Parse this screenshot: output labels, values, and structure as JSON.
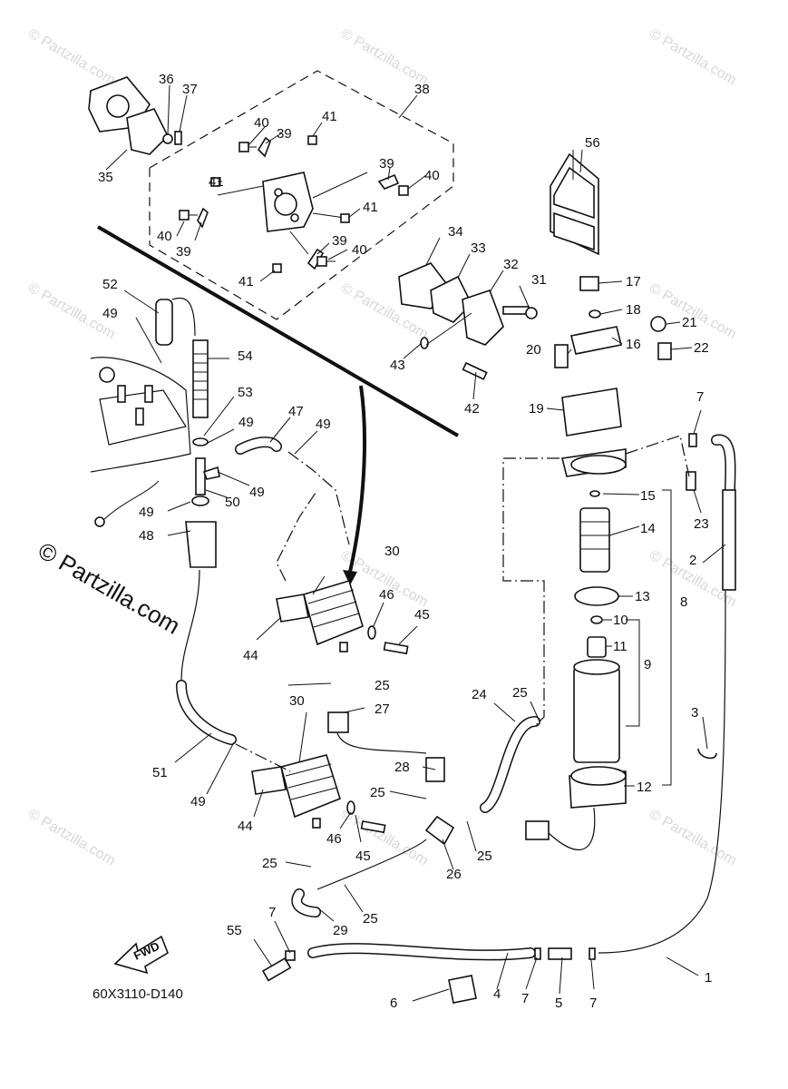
{
  "diagram_code": "60X3110-D140",
  "fwd_label": "FWD",
  "watermark_main": "© Partzilla.com",
  "watermark_small": "© Partzilla.com",
  "part_callouts": [
    {
      "id": "c1",
      "label": "1"
    },
    {
      "id": "c2",
      "label": "2"
    },
    {
      "id": "c3",
      "label": "3"
    },
    {
      "id": "c4",
      "label": "4"
    },
    {
      "id": "c5",
      "label": "5"
    },
    {
      "id": "c6",
      "label": "6"
    },
    {
      "id": "c7a",
      "label": "7"
    },
    {
      "id": "c7b",
      "label": "7"
    },
    {
      "id": "c7c",
      "label": "7"
    },
    {
      "id": "c7d",
      "label": "7"
    },
    {
      "id": "c8",
      "label": "8"
    },
    {
      "id": "c9",
      "label": "9"
    },
    {
      "id": "c10",
      "label": "10"
    },
    {
      "id": "c11",
      "label": "11"
    },
    {
      "id": "c12",
      "label": "12"
    },
    {
      "id": "c13",
      "label": "13"
    },
    {
      "id": "c14",
      "label": "14"
    },
    {
      "id": "c15",
      "label": "15"
    },
    {
      "id": "c16",
      "label": "16"
    },
    {
      "id": "c17",
      "label": "17"
    },
    {
      "id": "c18",
      "label": "18"
    },
    {
      "id": "c19",
      "label": "19"
    },
    {
      "id": "c20",
      "label": "20"
    },
    {
      "id": "c21",
      "label": "21"
    },
    {
      "id": "c22",
      "label": "22"
    },
    {
      "id": "c23",
      "label": "23"
    },
    {
      "id": "c24",
      "label": "24"
    },
    {
      "id": "c25a",
      "label": "25"
    },
    {
      "id": "c25b",
      "label": "25"
    },
    {
      "id": "c25c",
      "label": "25"
    },
    {
      "id": "c25d",
      "label": "25"
    },
    {
      "id": "c25e",
      "label": "25"
    },
    {
      "id": "c25f",
      "label": "25"
    },
    {
      "id": "c26",
      "label": "26"
    },
    {
      "id": "c27",
      "label": "27"
    },
    {
      "id": "c28",
      "label": "28"
    },
    {
      "id": "c29",
      "label": "29"
    },
    {
      "id": "c30a",
      "label": "30"
    },
    {
      "id": "c30b",
      "label": "30"
    },
    {
      "id": "c31",
      "label": "31"
    },
    {
      "id": "c32",
      "label": "32"
    },
    {
      "id": "c33",
      "label": "33"
    },
    {
      "id": "c34",
      "label": "34"
    },
    {
      "id": "c35",
      "label": "35"
    },
    {
      "id": "c36",
      "label": "36"
    },
    {
      "id": "c37",
      "label": "37"
    },
    {
      "id": "c38",
      "label": "38"
    },
    {
      "id": "c39a",
      "label": "39"
    },
    {
      "id": "c39b",
      "label": "39"
    },
    {
      "id": "c39c",
      "label": "39"
    },
    {
      "id": "c39d",
      "label": "39"
    },
    {
      "id": "c40a",
      "label": "40"
    },
    {
      "id": "c40b",
      "label": "40"
    },
    {
      "id": "c40c",
      "label": "40"
    },
    {
      "id": "c40d",
      "label": "40"
    },
    {
      "id": "c41a",
      "label": "41"
    },
    {
      "id": "c41b",
      "label": "41"
    },
    {
      "id": "c41c",
      "label": "41"
    },
    {
      "id": "c41d",
      "label": "41"
    },
    {
      "id": "c42",
      "label": "42"
    },
    {
      "id": "c43",
      "label": "43"
    },
    {
      "id": "c44a",
      "label": "44"
    },
    {
      "id": "c44b",
      "label": "44"
    },
    {
      "id": "c45a",
      "label": "45"
    },
    {
      "id": "c45b",
      "label": "45"
    },
    {
      "id": "c46a",
      "label": "46"
    },
    {
      "id": "c46b",
      "label": "46"
    },
    {
      "id": "c47",
      "label": "47"
    },
    {
      "id": "c48",
      "label": "48"
    },
    {
      "id": "c49a",
      "label": "49"
    },
    {
      "id": "c49b",
      "label": "49"
    },
    {
      "id": "c49c",
      "label": "49"
    },
    {
      "id": "c49d",
      "label": "49"
    },
    {
      "id": "c49e",
      "label": "49"
    },
    {
      "id": "c49f",
      "label": "49"
    },
    {
      "id": "c50",
      "label": "50"
    },
    {
      "id": "c51",
      "label": "51"
    },
    {
      "id": "c52",
      "label": "52"
    },
    {
      "id": "c53",
      "label": "53"
    },
    {
      "id": "c54",
      "label": "54"
    },
    {
      "id": "c55",
      "label": "55"
    },
    {
      "id": "c56",
      "label": "56"
    }
  ]
}
